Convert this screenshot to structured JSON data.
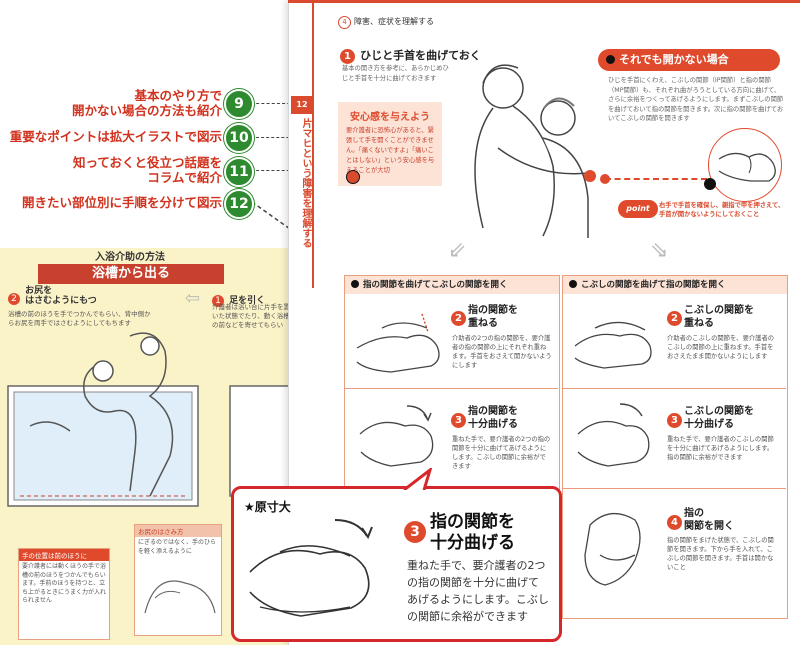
{
  "annotations": [
    {
      "num": "9",
      "lines": [
        "基本のやり方で",
        "開かない場合の方法も紹介"
      ]
    },
    {
      "num": "10",
      "lines": [
        "重要なポイントは拡大イラストで図示"
      ]
    },
    {
      "num": "11",
      "lines": [
        "知っておくと役立つ話題を",
        "コラムで紹介"
      ]
    },
    {
      "num": "12",
      "lines": [
        "開きたい部位別に手順を分けて図示"
      ]
    }
  ],
  "left_page": {
    "heading": "入浴介助の方法",
    "banner": "浴槽から出る",
    "step1": {
      "num": "1",
      "title": "足を引く"
    },
    "step2": {
      "num": "2",
      "title": "お尻を\nはさむようにもつ"
    },
    "step2_text": "浴槽の前のほうを手でつかんでもらい、背中側からお尻を両手ではさむようにしてもちます",
    "step1_text": "介護者は浴い合に片手を置いた状態でたり、動く浴槽の前などを寄せてもらい",
    "note1_title": "手の位置は前のほうに",
    "note1_text": "要介護者には動くほうの手で浴槽の前のほうをつかんでもらいます。手前のほうを持つと、立ち上がるときにうまく力が入れられません",
    "note2_title": "お尻のはさみ方",
    "note2_text": "にぎるのではなく、手のひらを軽く添えるように"
  },
  "right_page": {
    "section_num": "4",
    "section": "障害、症状を理解する",
    "tab_num": "12",
    "vertical_title": "片マヒという障害を理解する",
    "step1": {
      "num": "1",
      "title": "ひじと手首を曲げておく",
      "text": "基本の開き方を参考に、あらかじめひじと手首を十分に曲げておきます"
    },
    "callout": {
      "title": "安心感を与えよう",
      "text": "要介護者に恐怖心があると、緊張して手を開くことができません。「痛くないですよ」「痛いことはしない」という安心感を与えることが大切"
    },
    "pill": "それでも開かない場合",
    "pill_text": "ひじを手首にくわえ、こぶしの関節（IP関節）と指の関節（MP関節）も、それぞれ曲がろうとしている方向に曲げて、さらに余裕をつくってあげるようにします。まずこぶしの関節を曲げておいて指の関節を開きます。次に指の関節を曲げておいてこぶしの関節を開きます",
    "point_label": "point",
    "point_text": "右手で手首を確保し、親指で甲を押さえて、手首が開かないようにしておくこと",
    "columns": [
      {
        "title": "指の関節を曲げてこぶしの関節を開く",
        "steps": [
          {
            "num": "2",
            "title": "指の関節を\n重ねる",
            "text": "介助者の2つの指の関節を、要介護者の指の関節の上にそれぞれ重ねます。手首をおさえて開かないようにします"
          },
          {
            "num": "3",
            "title": "指の関節を\n十分曲げる",
            "text": "重ねた手で、要介護者の2つの指の関節を十分に曲げてあげるようにします。こぶしの関節に余裕ができます"
          }
        ]
      },
      {
        "title": "こぶしの関節を曲げて指の関節を開く",
        "steps": [
          {
            "num": "2",
            "title": "こぶしの関節を\n重ねる",
            "text": "介助者のこぶしの関節を、要介護者のこぶしの関節の上に重ねます。手首をおさえたまま開かないようにします"
          },
          {
            "num": "3",
            "title": "こぶしの関節を\n十分曲げる",
            "text": "重ねた手で、要介護者のこぶしの関節を十分に曲げてあげるようにします。指の関節に余裕ができます"
          },
          {
            "num": "4",
            "title": "指の\n関節を開く",
            "text": "指の関節をまげた状態で、こぶしの関節を開きます。下から手を入れて、こぶしの関節を開きます。手首は開かないこと"
          }
        ]
      }
    ]
  },
  "zoom": {
    "title": "★原寸大",
    "num": "3",
    "step_title": "指の関節を\n十分曲げる",
    "text": "重ねた手で、要介護者の2つ\nの指の関節を十分に曲げて\nあげるようにします。こぶし\nの関節に余裕ができます"
  },
  "colors": {
    "accent": "#d94a2e",
    "badge": "#2e8a2e",
    "callout_bg": "#fde3d6",
    "left_bg": "#fbf3c8"
  }
}
